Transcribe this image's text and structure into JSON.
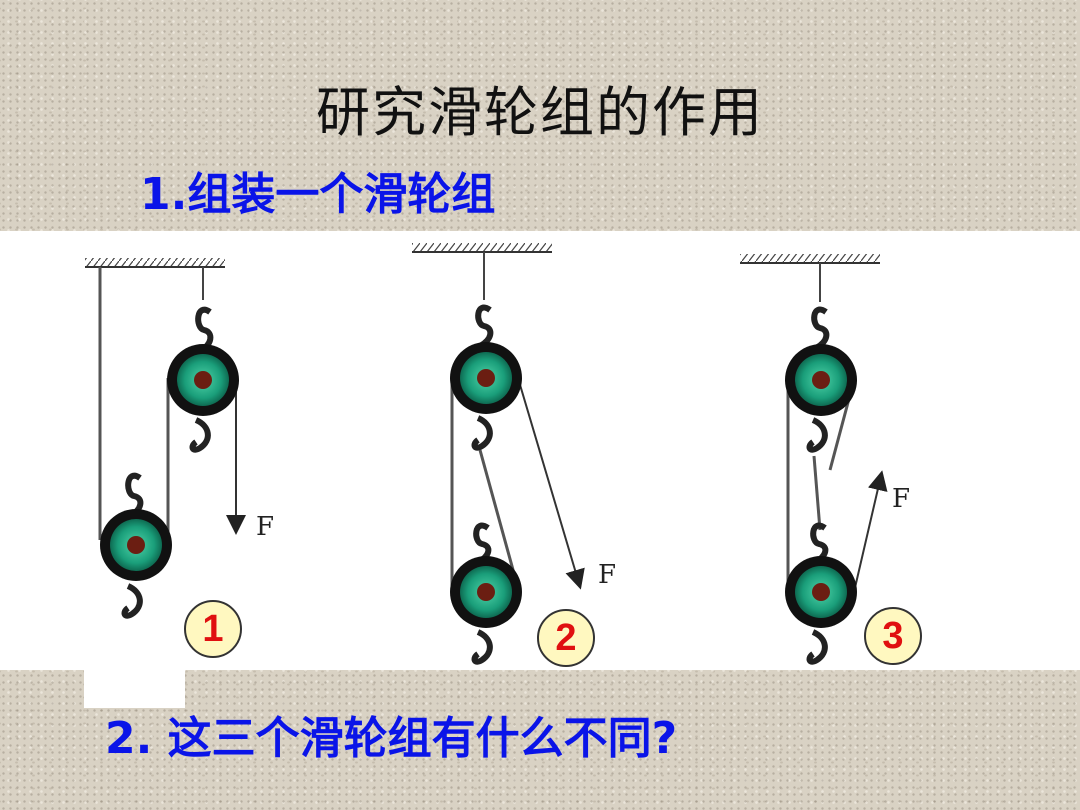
{
  "slide": {
    "title": "研究滑轮组的作用",
    "step1": "1.组装一个滑轮组",
    "step2": "2. 这三个滑轮组有什么不同?"
  },
  "diagrams": [
    {
      "number": "1",
      "force_label": "F"
    },
    {
      "number": "2",
      "force_label": "F"
    },
    {
      "number": "3",
      "force_label": "F"
    }
  ],
  "colors": {
    "heading_blue": "#0a14e8",
    "badge_number": "#e01010",
    "pulley_green": "#1a9e7a"
  }
}
